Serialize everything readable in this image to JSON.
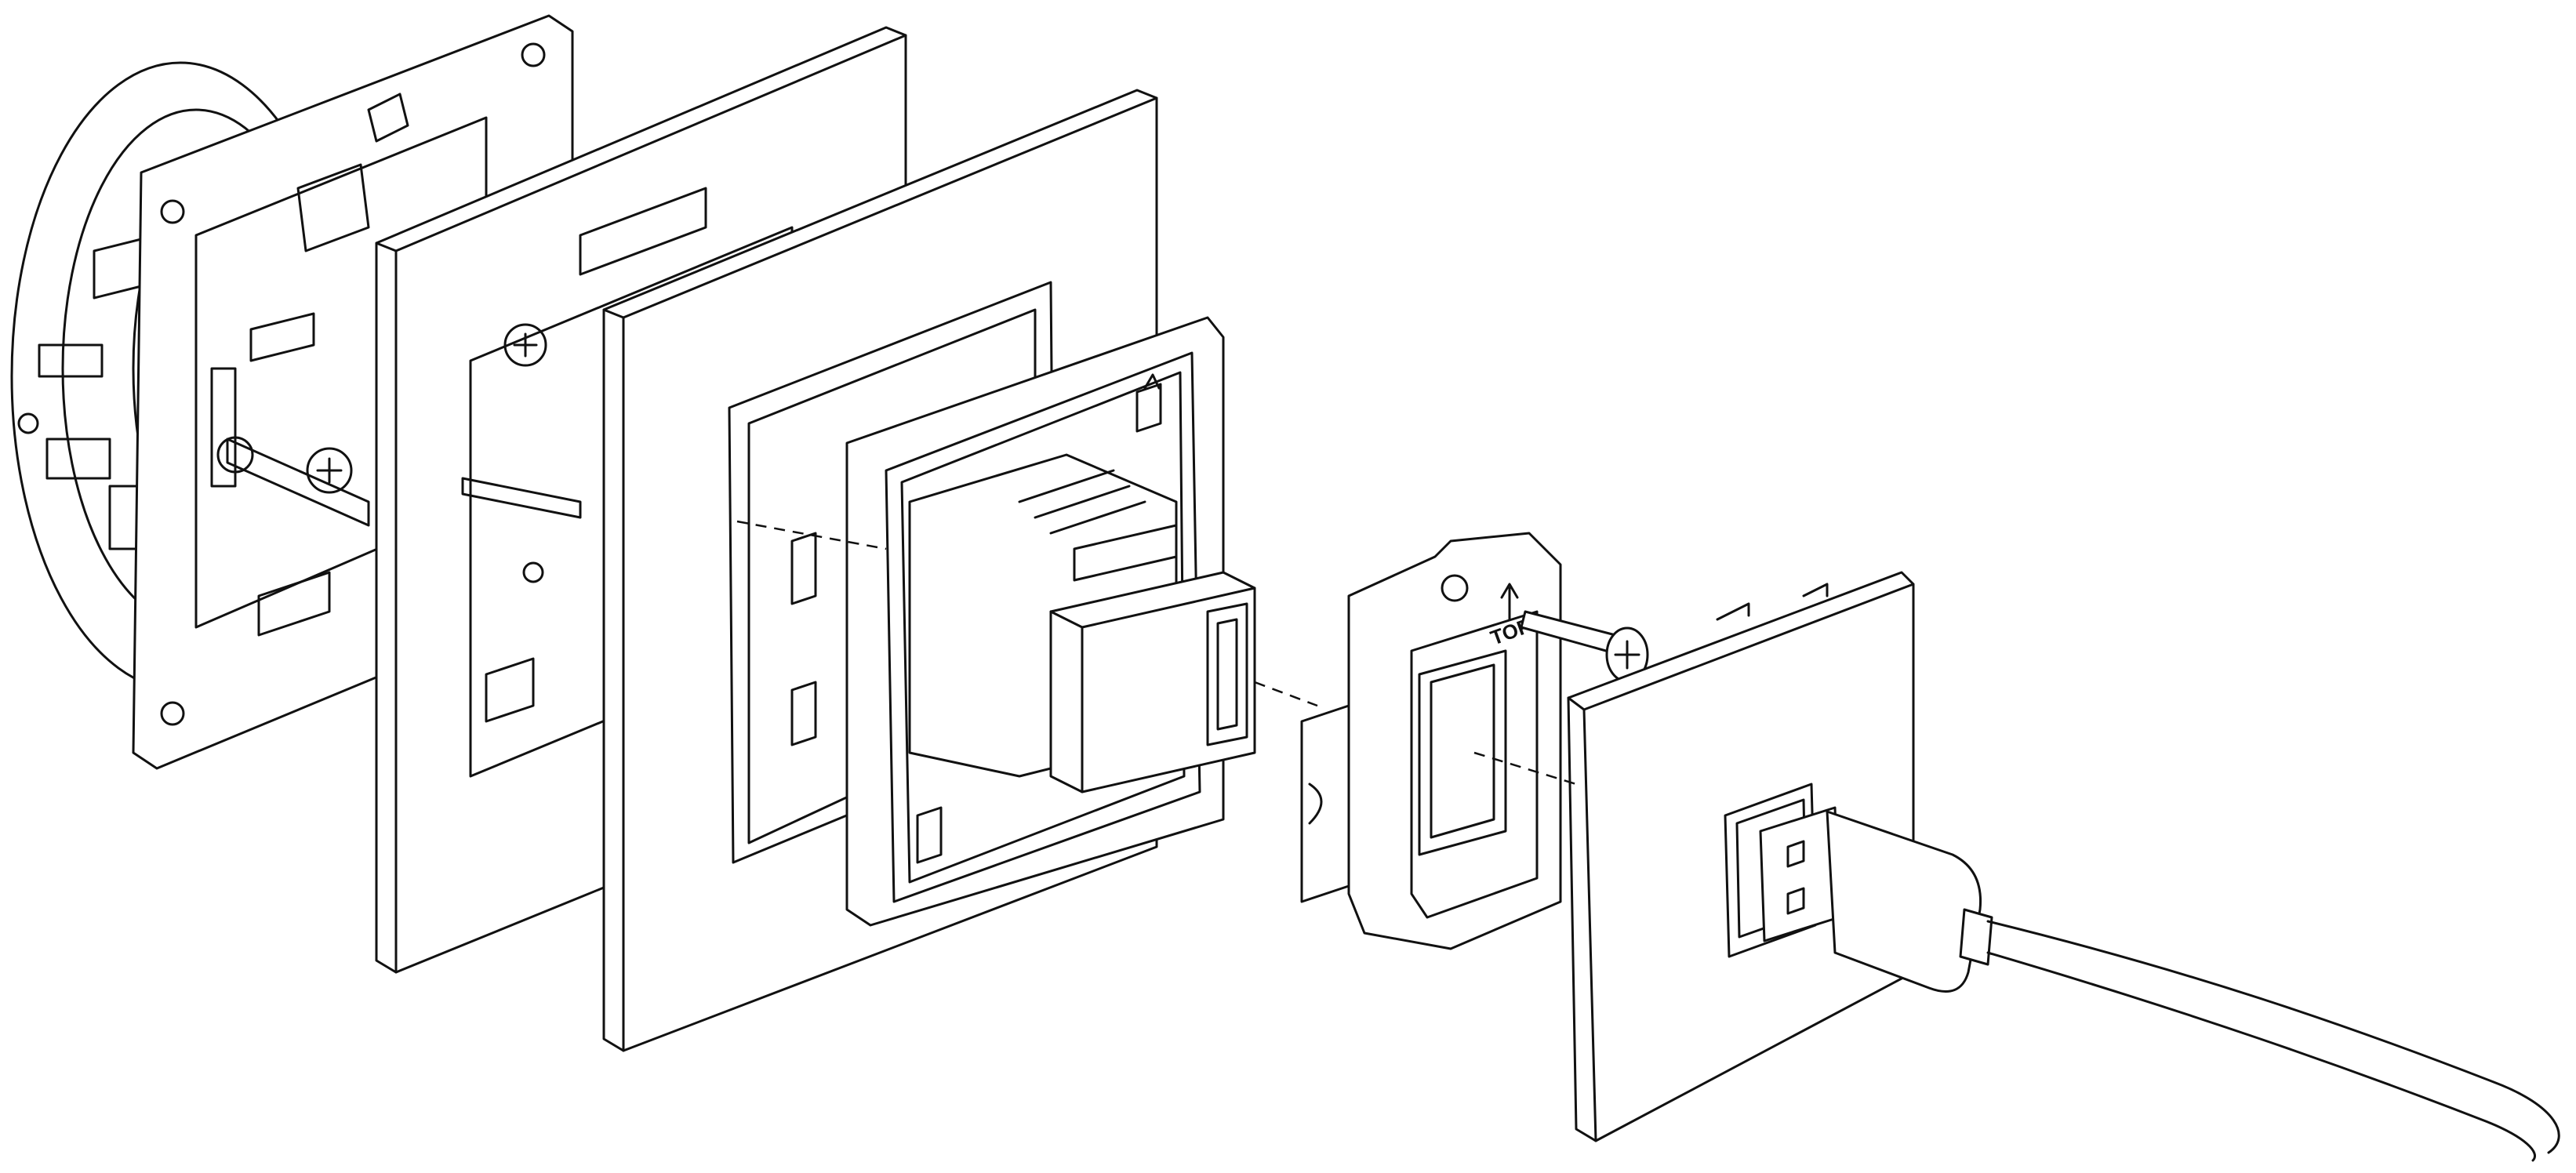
{
  "diagram": {
    "labels": {
      "top_marking": "TOP"
    },
    "components": [
      "wall-box",
      "mounting-frame",
      "cover-frame-1",
      "cover-frame-2",
      "usb-charger-module",
      "adapter-plate",
      "fixing-screw",
      "cover-plate",
      "usb-cable"
    ],
    "colors": {
      "line": "#111111",
      "background": "#ffffff"
    }
  }
}
